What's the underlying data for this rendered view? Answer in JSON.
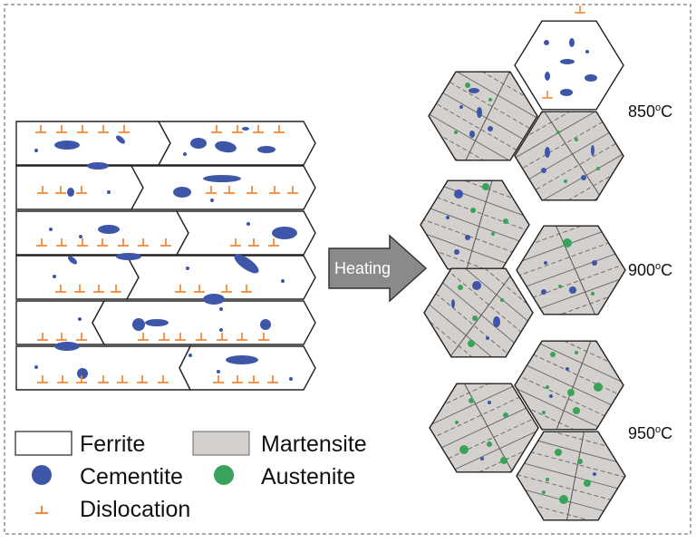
{
  "arrow": {
    "label": "Heating"
  },
  "legend": {
    "ferrite": "Ferrite",
    "martensite": "Martensite",
    "cementite": "Cementite",
    "austenite": "Austenite",
    "dislocation": "Dislocation",
    "dislocation_symbol": "⊥"
  },
  "temperatures": [
    {
      "value": "850",
      "deg": "o",
      "unit": "C"
    },
    {
      "value": "900",
      "deg": "o",
      "unit": "C"
    },
    {
      "value": "950",
      "deg": "o",
      "unit": "C"
    }
  ],
  "colors": {
    "ferrite_fill": "#ffffff",
    "martensite_fill": "#d3d0ce",
    "cementite": "#3d56a8",
    "austenite": "#3aa35a",
    "dislocation": "#f08a3c",
    "outline": "#222222",
    "arrow_fill": "#8a8a8a"
  }
}
